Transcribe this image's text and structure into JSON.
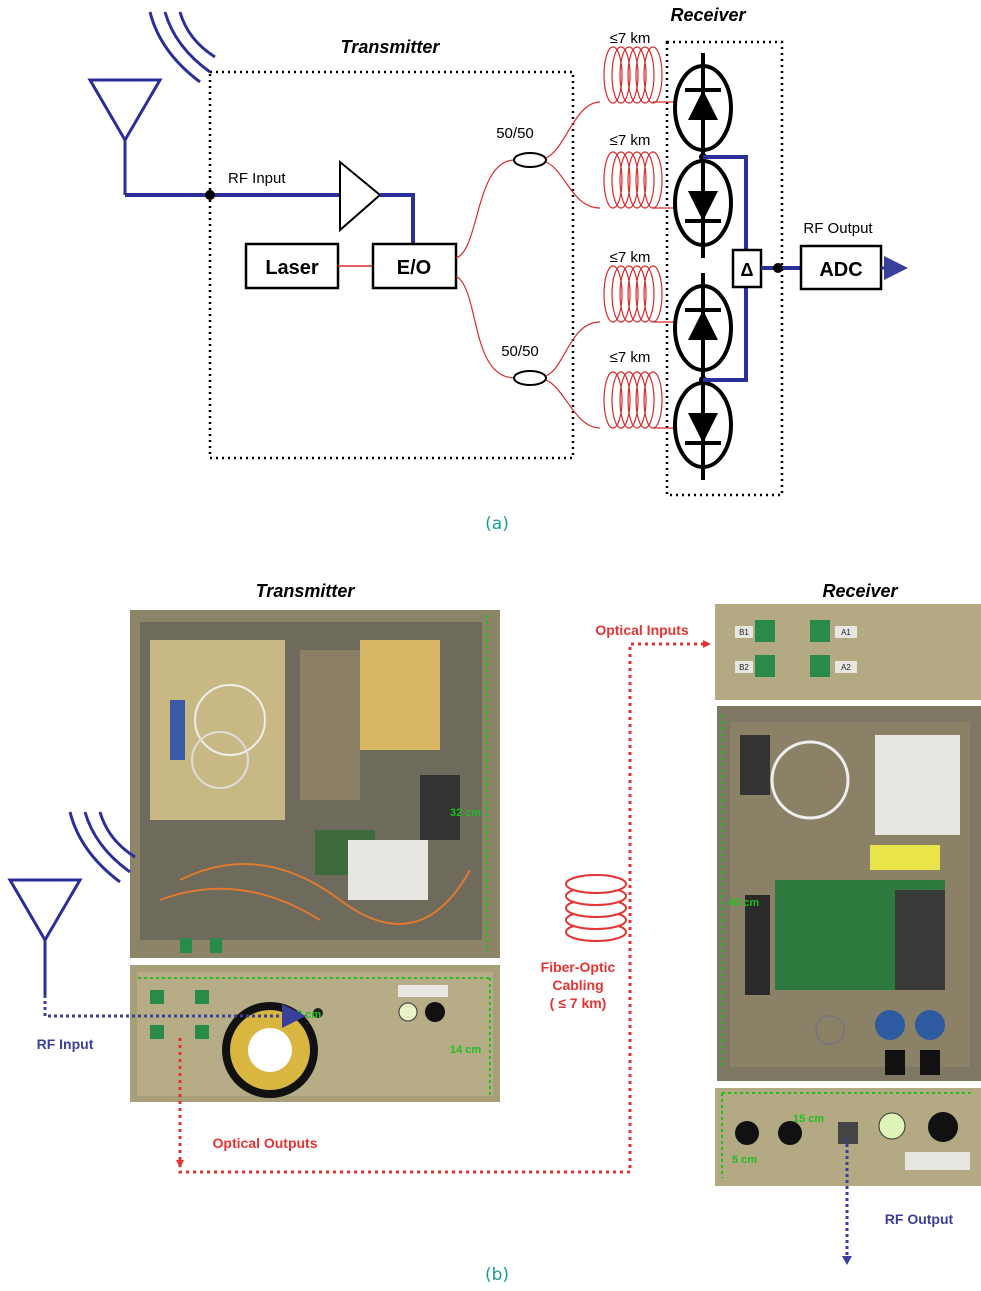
{
  "panel_a": {
    "transmitter_title": "Transmitter",
    "receiver_title": "Receiver",
    "rf_input": "RF Input",
    "laser": "Laser",
    "eo": "E/O",
    "splitter_1": "50/50",
    "splitter_2": "50/50",
    "fiber_1": "≤7 km",
    "fiber_2": "≤7 km",
    "fiber_3": "≤7 km",
    "fiber_4": "≤7 km",
    "delta": "Δ",
    "rf_output": "RF Output",
    "adc": "ADC",
    "caption": "(a)"
  },
  "panel_b": {
    "transmitter_title": "Transmitter",
    "receiver_title": "Receiver",
    "optical_inputs": "Optical Inputs",
    "rf_input": "RF Input",
    "optical_outputs": "Optical Outputs",
    "fiber_line1": "Fiber-Optic",
    "fiber_line2": "Cabling",
    "fiber_line3": "( ≤ 7 km)",
    "rf_output": "RF Output",
    "dim_tx_height": "32 cm",
    "dim_tx_width": "32 cm",
    "dim_tx_panel": "14 cm",
    "dim_rx_height": "40 cm",
    "dim_rx_width": "15 cm",
    "dim_rx_panel": "5 cm",
    "port_b1": "B1",
    "port_b2": "B2",
    "port_a1": "A1",
    "port_a2": "A2",
    "caption": "(b)"
  },
  "colors": {
    "rf_line": "#2b2f9a",
    "fiber_line": "#d92b2b",
    "dimension": "#1fbf1f",
    "caption": "#1a9a9a"
  }
}
